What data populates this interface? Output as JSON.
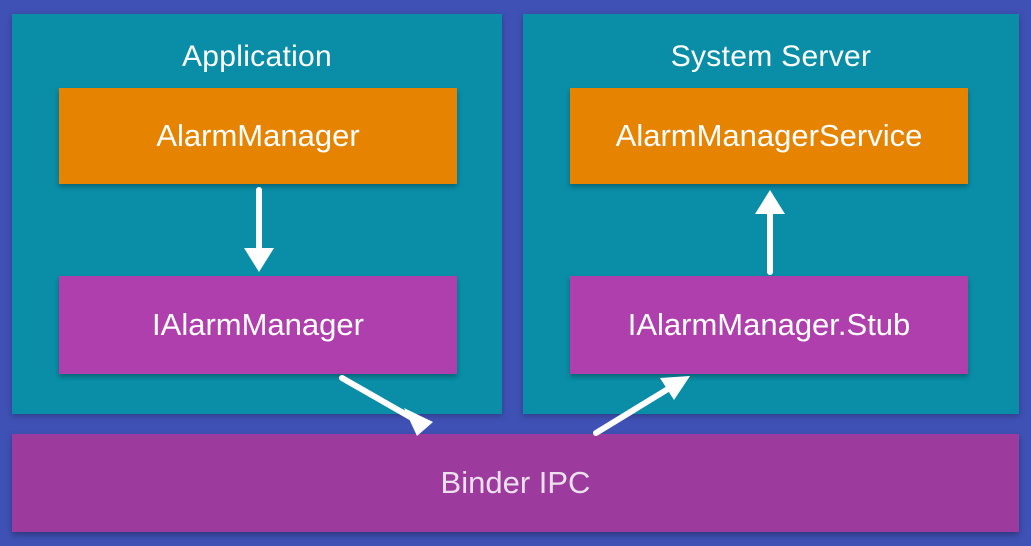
{
  "application": {
    "title": "Application",
    "alarm_manager": "AlarmManager",
    "ialarm_manager": "IAlarmManager"
  },
  "system_server": {
    "title": "System Server",
    "service": "AlarmManagerService",
    "stub": "IAlarmManager.Stub"
  },
  "binder": {
    "label": "Binder IPC"
  },
  "colors": {
    "background": "#3f51b5",
    "panel": "#0a8ea8",
    "orange_box": "#e68300",
    "purple_box": "#b03fae",
    "binder_bar": "#9c3a9e",
    "arrow": "#ffffff"
  }
}
